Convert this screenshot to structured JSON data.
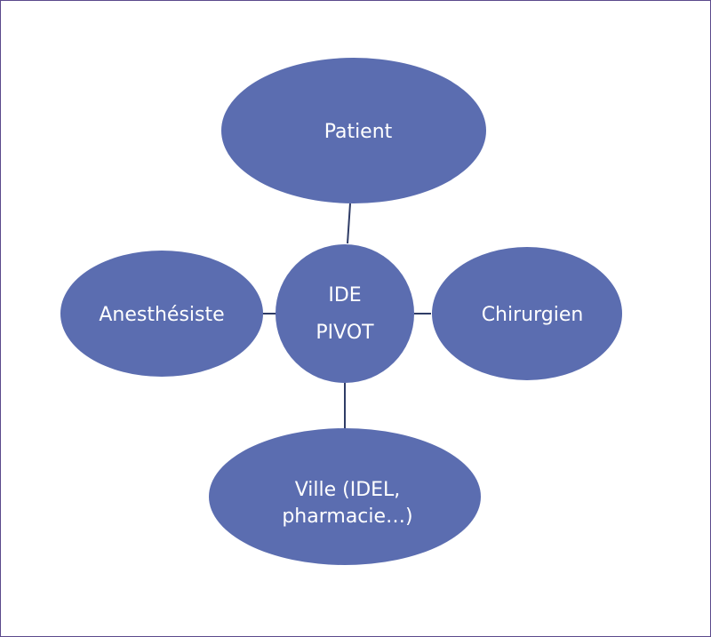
{
  "diagram": {
    "colors": {
      "node_fill": "#5b6db0",
      "connector": "#2f3c66",
      "frame_border": "#5b4a8c",
      "text": "#ffffff"
    },
    "center": {
      "line1": "IDE",
      "line2": "PIVOT"
    },
    "nodes": {
      "patient": {
        "label": "Patient"
      },
      "anesthesiste": {
        "label": "Anesthésiste"
      },
      "chirurgien": {
        "label": "Chirurgien"
      },
      "ville": {
        "line1": "Ville (IDEL,",
        "line2": "pharmacie…)"
      }
    }
  }
}
